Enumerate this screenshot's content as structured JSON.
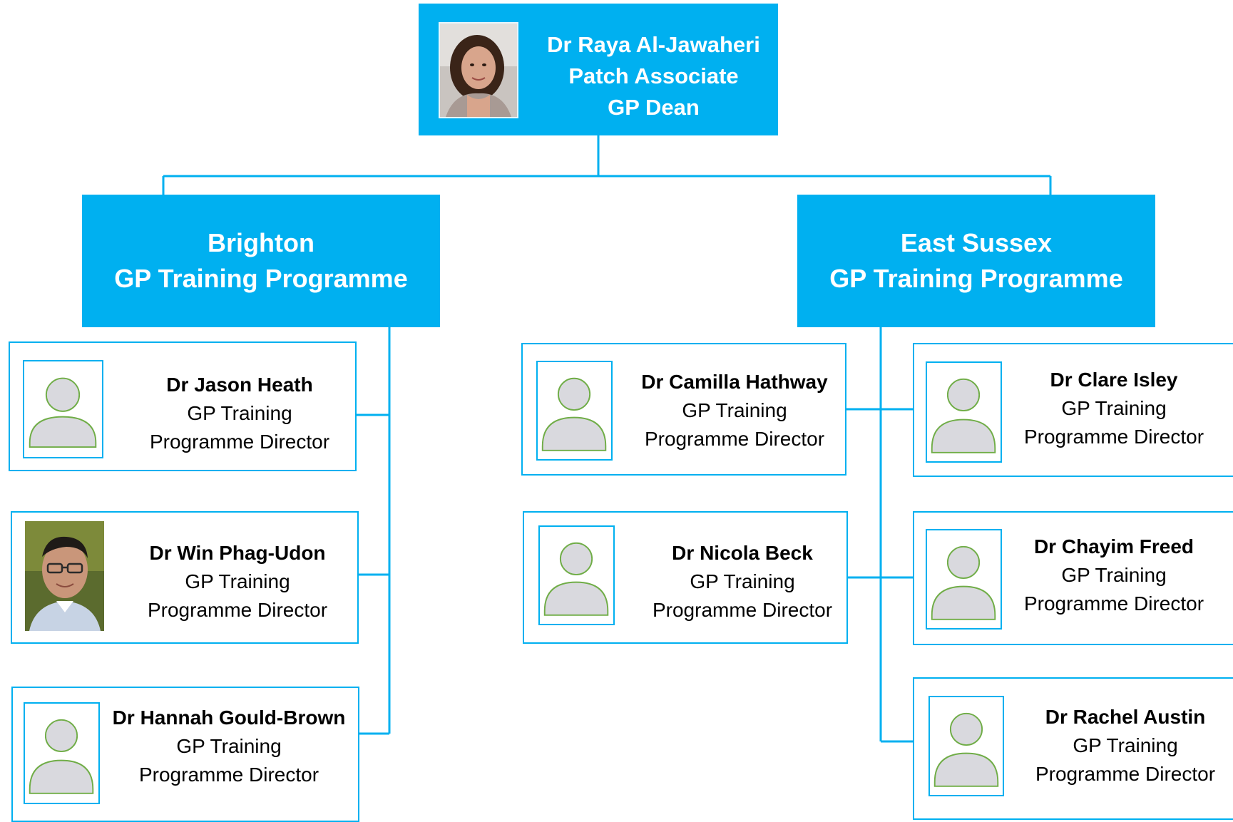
{
  "dean": {
    "name": "Dr Raya Al-Jawaheri",
    "role_line1": "Patch Associate",
    "role_line2": "GP Dean"
  },
  "programmes": {
    "brighton": {
      "line1": "Brighton",
      "line2": "GP Training Programme"
    },
    "east_sussex": {
      "line1": "East Sussex",
      "line2": "GP Training Programme"
    }
  },
  "directors": {
    "jason": {
      "name": "Dr Jason Heath",
      "role1": "GP Training",
      "role2": "Programme Director"
    },
    "win": {
      "name": "Dr Win Phag-Udon",
      "role1": "GP Training",
      "role2": "Programme Director"
    },
    "hannah": {
      "name": "Dr Hannah Gould-Brown",
      "role1": "GP Training",
      "role2": "Programme Director"
    },
    "camilla": {
      "name": "Dr Camilla Hathway",
      "role1": "GP Training",
      "role2": "Programme Director"
    },
    "nicola": {
      "name": "Dr Nicola Beck",
      "role1": "GP Training",
      "role2": "Programme Director"
    },
    "clare": {
      "name": "Dr Clare Isley",
      "role1": "GP Training",
      "role2": "Programme Director"
    },
    "chayim": {
      "name": "Dr Chayim Freed",
      "role1": "GP Training",
      "role2": "Programme Director"
    },
    "rachel": {
      "name": "Dr Rachel Austin",
      "role1": "GP Training",
      "role2": "Programme Director"
    }
  },
  "colors": {
    "accent": "#00b0f0",
    "avatar_fill": "#d9d9de",
    "avatar_stroke": "#70ad47"
  }
}
